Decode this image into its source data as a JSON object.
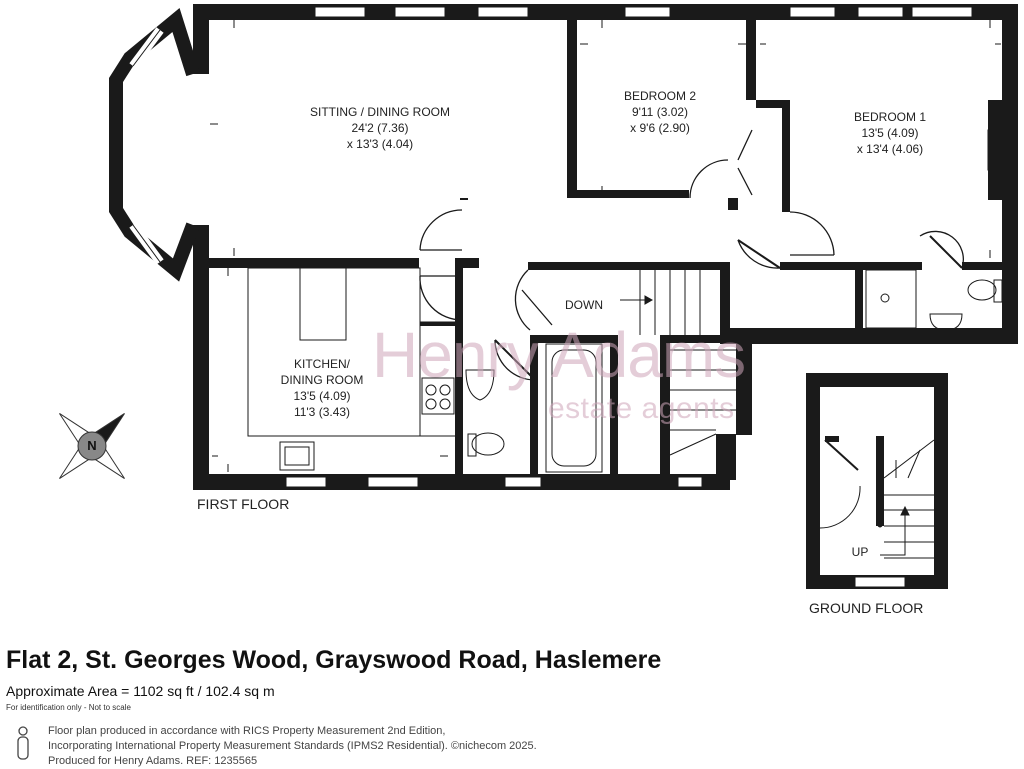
{
  "rooms": {
    "sitting": {
      "name": "SITTING / DINING ROOM",
      "dim1": "24'2 (7.36)",
      "dim2": "x 13'3 (4.04)"
    },
    "bedroom2": {
      "name": "BEDROOM 2",
      "dim1": "9'11 (3.02)",
      "dim2": "x 9'6 (2.90)"
    },
    "bedroom1": {
      "name": "BEDROOM 1",
      "dim1": "13'5 (4.09)",
      "dim2": "x 13'4 (4.06)"
    },
    "kitchen": {
      "name1": "KITCHEN/",
      "name2": "DINING ROOM",
      "dim1": "13'5 (4.09)",
      "dim2": "11'3 (3.43)"
    }
  },
  "stairs": {
    "down": "DOWN",
    "up": "UP"
  },
  "compass": {
    "letter": "N"
  },
  "floors": {
    "first": "FIRST FLOOR",
    "ground": "GROUND FLOOR"
  },
  "watermark": {
    "brand": "Henry Adams",
    "tagline": "estate agents"
  },
  "property": {
    "title": "Flat 2, St. Georges Wood, Grayswood Road, Haslemere",
    "area": "Approximate Area = 1102 sq ft / 102.4 sq m",
    "note": "For identification only - Not to scale"
  },
  "footer": {
    "line1": "Floor plan produced in accordance with RICS Property Measurement 2nd Edition,",
    "line2": "Incorporating International Property Measurement Standards (IPMS2 Residential).  ©nichecom 2025.",
    "line3": "Produced for Henry Adams.   REF: 1235565"
  },
  "colors": {
    "wall": "#1a1a1a",
    "watermark": "#cfa6ba"
  }
}
